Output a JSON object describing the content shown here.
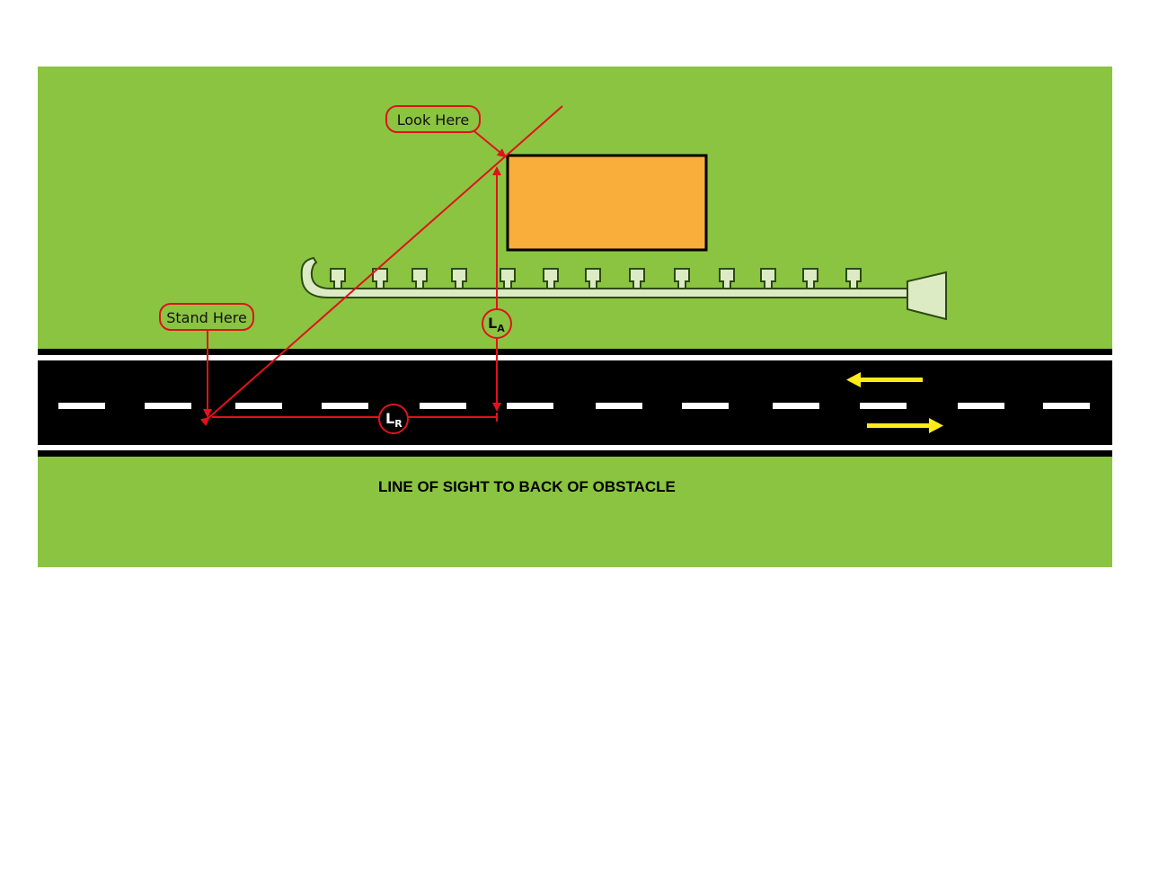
{
  "labels": {
    "look_here": "Look Here",
    "stand_here": "Stand Here",
    "la_main": "L",
    "la_sub": "A",
    "lr_main": "L",
    "lr_sub": "R"
  },
  "caption": "LINE OF SIGHT TO BACK OF OBSTACLE",
  "colors": {
    "grass": "#8bc441",
    "obstacle": "#f9ae3b",
    "road": "#000000",
    "annotation": "#e0121b",
    "traffic_arrow": "#ffeb1a",
    "hose": "#dcebc4"
  },
  "icons": [
    "obstacle-rectangle",
    "hose-with-sprinklers",
    "nozzle",
    "traffic-arrow-left",
    "traffic-arrow-right"
  ]
}
